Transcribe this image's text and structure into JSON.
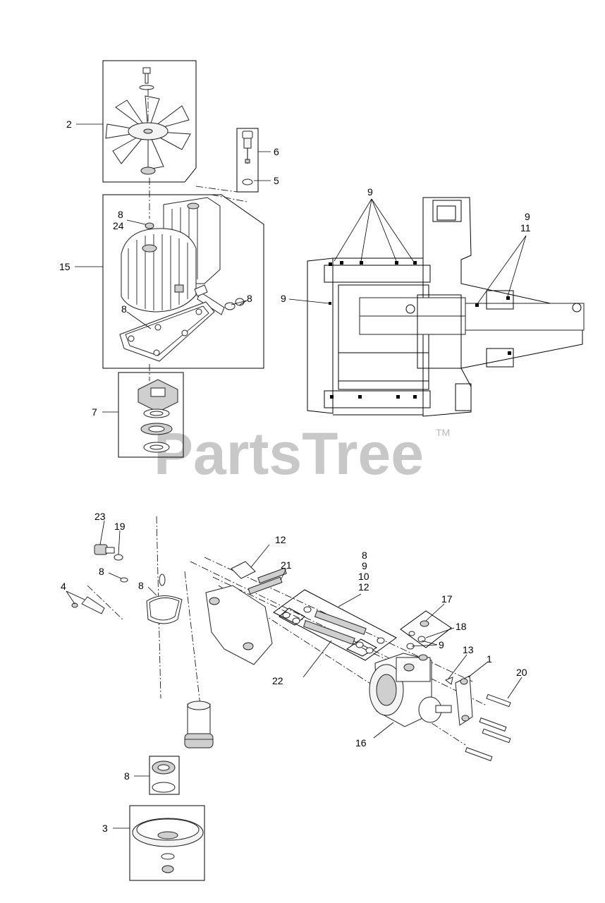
{
  "watermark": {
    "text": "PartsTree",
    "tm": "TM"
  },
  "callouts": {
    "c2": "2",
    "c6": "6",
    "c5": "5",
    "c8_top": "8",
    "c24": "24",
    "c15": "15",
    "c8_gasket": "8",
    "c8_seal": "8",
    "c7": "7",
    "c9_a": "9",
    "c9_b": "9",
    "c11": "11",
    "c9_c": "9",
    "c23": "23",
    "c19": "19",
    "c8_oring": "8",
    "c8_belt": "8",
    "c4": "4",
    "c12_a": "12",
    "c21": "21",
    "c8_kit": "8",
    "c9_kit": "9",
    "c10_kit": "10",
    "c12_kit": "12",
    "c17": "17",
    "c18": "18",
    "c9_d": "9",
    "c13": "13",
    "c1": "1",
    "c20": "20",
    "c22": "22",
    "c16": "16",
    "c8_bearing": "8",
    "c3": "3"
  }
}
